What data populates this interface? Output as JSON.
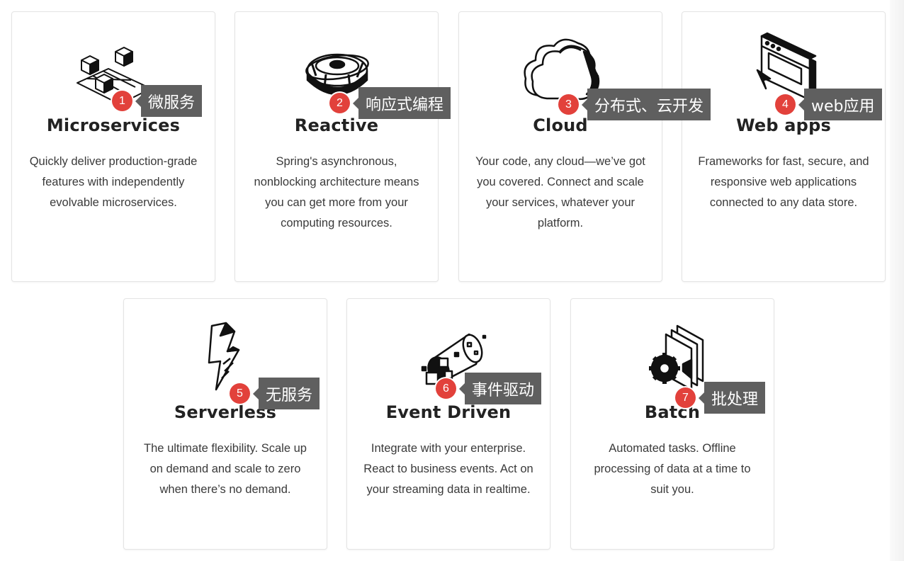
{
  "cards": [
    {
      "title": "Microservices",
      "desc": "Quickly deliver production-grade features with independently evolvable microservices.",
      "icon": "microservices-icon"
    },
    {
      "title": "Reactive",
      "desc": "Spring's asynchronous, nonblocking architecture means you can get more from your computing resources.",
      "icon": "reactive-icon"
    },
    {
      "title": "Cloud",
      "desc": "Your code, any cloud—we’ve got you covered. Connect and scale your services, whatever your platform.",
      "icon": "cloud-icon"
    },
    {
      "title": "Web apps",
      "desc": "Frameworks for fast, secure, and responsive web applications connected to any data store.",
      "icon": "web-apps-icon"
    },
    {
      "title": "Serverless",
      "desc": "The ultimate flexibility. Scale up on demand and scale to zero when there’s no demand.",
      "icon": "serverless-icon"
    },
    {
      "title": "Event Driven",
      "desc": "Integrate with your enterprise. React to business events. Act on your streaming data in realtime.",
      "icon": "event-driven-icon"
    },
    {
      "title": "Batch",
      "desc": "Automated tasks. Offline processing of data at a time to suit you.",
      "icon": "batch-icon"
    }
  ],
  "annotations": [
    {
      "num": "1",
      "label": "微服务"
    },
    {
      "num": "2",
      "label": "响应式编程"
    },
    {
      "num": "3",
      "label": "分布式、云开发"
    },
    {
      "num": "4",
      "label": "web应用"
    },
    {
      "num": "5",
      "label": "无服务"
    },
    {
      "num": "6",
      "label": "事件驱动"
    },
    {
      "num": "7",
      "label": "批处理"
    }
  ],
  "colors": {
    "badge": "#e2413b",
    "tooltip": "#5f5f5f",
    "card_border": "#e4e4e4"
  }
}
